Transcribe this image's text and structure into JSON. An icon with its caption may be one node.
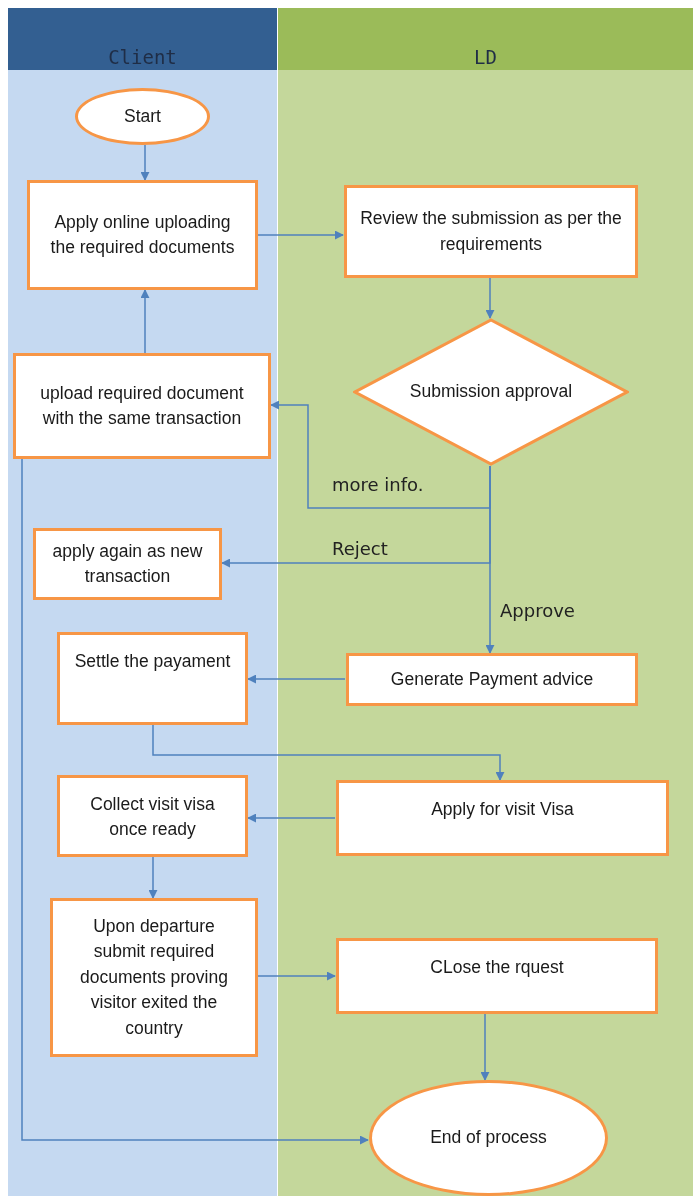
{
  "diagram": {
    "nodes": [
      {
        "text": [
          "Client"
        ]
      },
      {
        "text": [
          "LD"
        ]
      },
      {
        "text": [
          "Start"
        ],
        "in": 0
      },
      {
        "text": [
          "Apply online uploading the required documents"
        ],
        "in": 0
      },
      {
        "text": [
          "Review the submission as per the requirements"
        ],
        "in": 1
      },
      {
        "text": [
          "Submission approval"
        ],
        "in": 1
      },
      {
        "text": [
          "upload required document with the same transaction"
        ],
        "in": 0
      },
      {
        "text": [
          "apply again as new transaction"
        ],
        "in": 0
      },
      {
        "text": [
          "Settle the payament"
        ],
        "in": 0
      },
      {
        "text": [
          "Generate Payment advice"
        ],
        "in": 1
      },
      {
        "text": [
          "Collect visit visa once ready"
        ],
        "in": 0
      },
      {
        "text": [
          "Apply for visit Visa"
        ],
        "in": 1
      },
      {
        "text": [
          "Upon departure submit required documents proving visitor exited the country"
        ],
        "in": 0
      },
      {
        "text": [
          "CLose the rquest"
        ],
        "in": 1
      },
      {
        "text": [
          "End of process"
        ],
        "in": 1
      }
    ],
    "edges": [
      {
        "from": 2,
        "to": 3,
        "arrow": "to"
      },
      {
        "from": 3,
        "to": 4,
        "arrow": "to"
      },
      {
        "from": 4,
        "to": 5,
        "arrow": "to"
      },
      {
        "from": 5,
        "to": 6,
        "arrow": "to",
        "label": "more info."
      },
      {
        "from": 5,
        "to": 7,
        "arrow": "to",
        "label": "Reject"
      },
      {
        "from": 5,
        "to": 9,
        "arrow": "to",
        "label": "Approve"
      },
      {
        "from": 6,
        "to": 3,
        "arrow": "to"
      },
      {
        "from": 9,
        "to": 8,
        "arrow": "to"
      },
      {
        "from": 8,
        "to": 11,
        "arrow": "to"
      },
      {
        "from": 11,
        "to": 10,
        "arrow": "to"
      },
      {
        "from": 10,
        "to": 12,
        "arrow": "to"
      },
      {
        "from": 12,
        "to": 13,
        "arrow": "to"
      },
      {
        "from": 13,
        "to": 14,
        "arrow": "to"
      },
      {
        "from": 6,
        "to": 14,
        "arrow": "to"
      }
    ]
  }
}
